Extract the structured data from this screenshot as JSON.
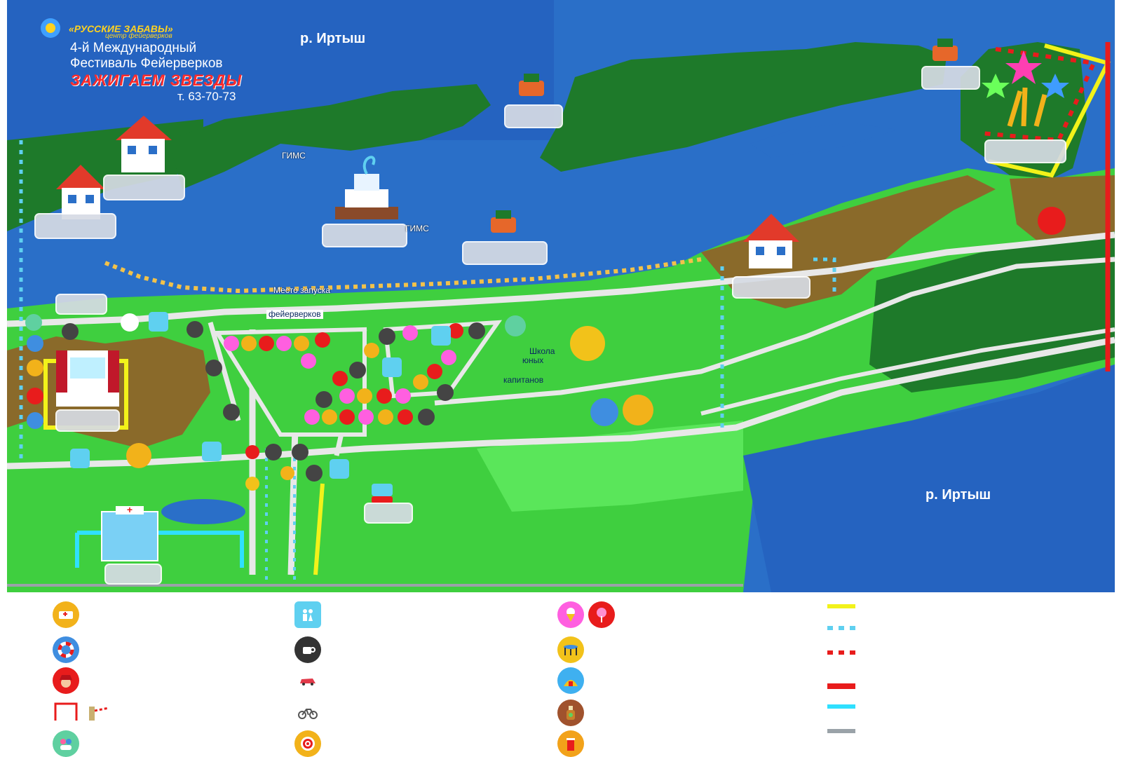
{
  "brand": {
    "name": "«РУССКИЕ ЗАБАВЫ»",
    "subtitle": "центр фейерверков"
  },
  "festival": {
    "line1": "4-й Международный",
    "line2": "Фестиваль Фейерверков",
    "title": "ЗАЖИГАЕМ ЗВЕЗДЫ",
    "phone": "т. 63-70-73"
  },
  "map": {
    "river_labels": [
      "р. Иртыш",
      "р. Иртыш"
    ],
    "gims_labels": [
      "ГИМС",
      "ГИМС"
    ],
    "launch_site": {
      "line1": "Место запуска",
      "line2": "фейерверков"
    },
    "school": {
      "line1": "Школа",
      "line2": "юных",
      "line3": "капитанов"
    }
  },
  "colors": {
    "river": "#2a6fc8",
    "land_green": "#3fcf3f",
    "land_dark": "#1e7a2a",
    "land_brown": "#8a6a2a",
    "road": "#e8e8e8",
    "fence_yellow": "#f2f21a",
    "ped_zone": "#5fd0f0",
    "danger_zone": "#e81c1c",
    "border_red": "#e81c1c"
  }
}
